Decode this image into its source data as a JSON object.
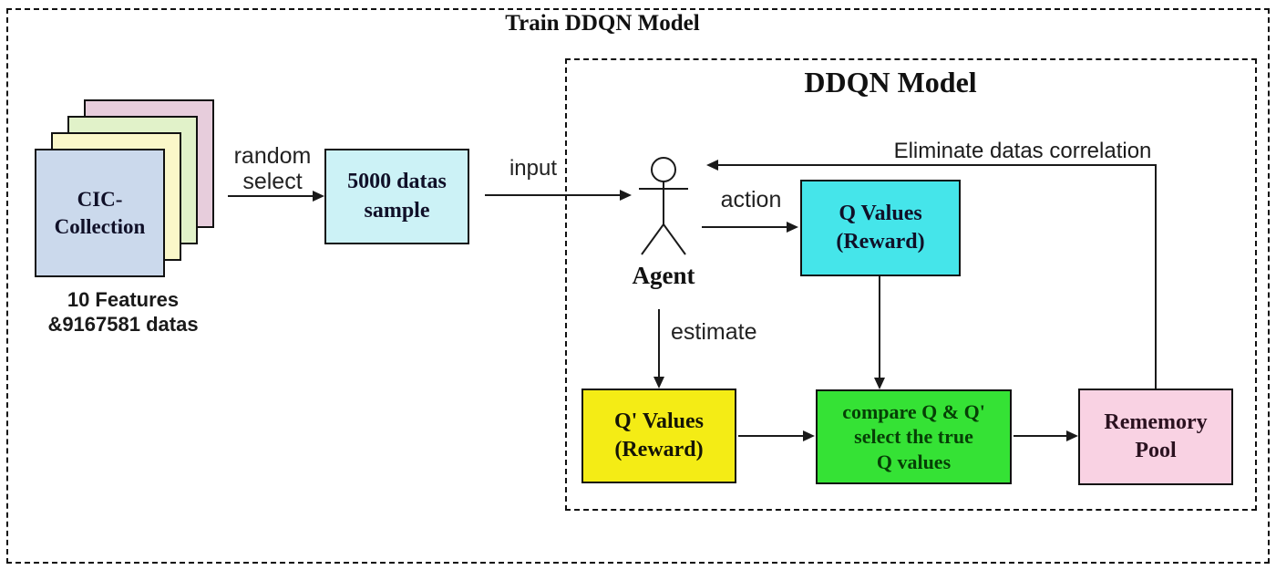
{
  "diagram": {
    "title": "Train DDQN Model",
    "inner_title": "DDQN Model"
  },
  "dataset": {
    "card_line1": "CIC-",
    "card_line2": "Collection",
    "caption_line1": "10 Features",
    "caption_line2": "&9167581 datas"
  },
  "nodes": {
    "sample": {
      "line1": "5000 datas",
      "line2": "sample"
    },
    "q_values": {
      "line1": "Q Values",
      "line2": "(Reward)"
    },
    "q_prime_values": {
      "line1": "Q' Values",
      "line2": "(Reward)"
    },
    "compare": {
      "line1": "compare Q & Q'",
      "line2": "select the true",
      "line3": "Q values"
    },
    "rememory": {
      "line1": "Rememory",
      "line2": "Pool"
    },
    "agent": {
      "label": "Agent"
    }
  },
  "edges": {
    "random_select": {
      "line1": "random",
      "line2": "select"
    },
    "input": {
      "label": "input"
    },
    "action": {
      "label": "action"
    },
    "estimate": {
      "label": "estimate"
    },
    "eliminate": {
      "label": "Eliminate datas correlation"
    }
  },
  "colors": {
    "card_front": "#cbd9ec",
    "card_yellow": "#faf7c9",
    "card_green": "#e1f2c9",
    "card_pink": "#e7cddc",
    "sample_fill": "#ccf2f6",
    "q_values_fill": "#45e5ea",
    "q_prime_fill": "#f4ec15",
    "compare_fill": "#35e235",
    "rememory_fill": "#f9d2e3",
    "line": "#1a1a1a"
  }
}
